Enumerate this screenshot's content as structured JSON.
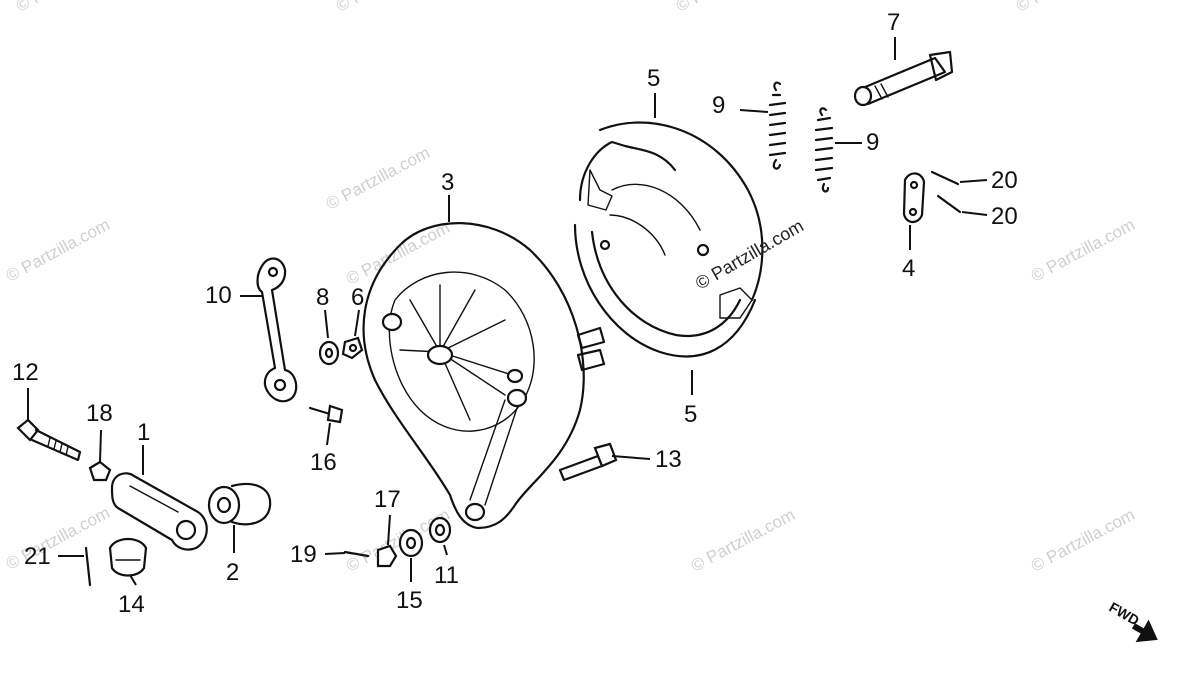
{
  "diagram": {
    "part_labels": [
      "1",
      "2",
      "3",
      "4",
      "5",
      "5",
      "6",
      "7",
      "8",
      "9",
      "9",
      "10",
      "11",
      "12",
      "13",
      "14",
      "15",
      "16",
      "17",
      "18",
      "19",
      "20",
      "20",
      "21"
    ],
    "watermarks": [
      "© Partzilla.com",
      "© Partzilla.com",
      "© Partzilla.com",
      "© Partzilla.com",
      "© Partzilla.com",
      "© Partzilla.com",
      "© Partzilla.com",
      "© Partzilla.com",
      "© Partzilla.com",
      "© Partzilla.com",
      "© Partzilla.com",
      "© Partzilla.com"
    ],
    "center_watermark": "© Partzilla.com",
    "direction_label": "FWD",
    "colors": {
      "ink": "#111111",
      "watermark": "#cfcfcf",
      "background": "#ffffff"
    }
  }
}
